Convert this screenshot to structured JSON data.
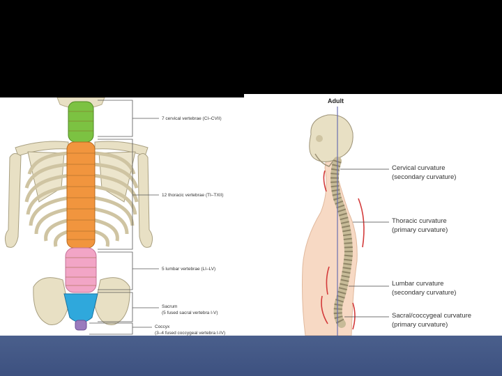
{
  "left_figure": {
    "labels": {
      "cervical": "7 cervical vertebrae (CI–CVII)",
      "thoracic": "12 thoracic vertebrae (TI–TXII)",
      "lumbar": "5 lumbar vertebrae (LI–LV)",
      "sacrum_title": "Sacrum",
      "sacrum_detail": "(5 fused sacral vertebra I-V)",
      "coccyx_title": "Coccyx",
      "coccyx_detail": "(3–4 fused coccygeal vertebra I-IV)"
    },
    "colors": {
      "cervical": "#7cc242",
      "thoracic": "#f1953e",
      "lumbar": "#f2a5c6",
      "sacrum": "#2fa8dc",
      "coccyx": "#9a7bbd",
      "bone": "#e8e0c4"
    }
  },
  "right_figure": {
    "heading": "Adult",
    "labels": {
      "cervical_title": "Cervical curvature",
      "cervical_detail": "(secondary curvature)",
      "thoracic_title": "Thoracic curvature",
      "thoracic_detail": "(primary curvature)",
      "lumbar_title": "Lumbar curvature",
      "lumbar_detail": "(secondary curvature)",
      "sacral_title": "Sacral/coccygeal curvature",
      "sacral_detail": "(primary curvature)"
    },
    "colors": {
      "skin": "#f7d9c4",
      "plumb_line": "#6a6fb0",
      "curve_marker": "#d33a3a"
    }
  }
}
